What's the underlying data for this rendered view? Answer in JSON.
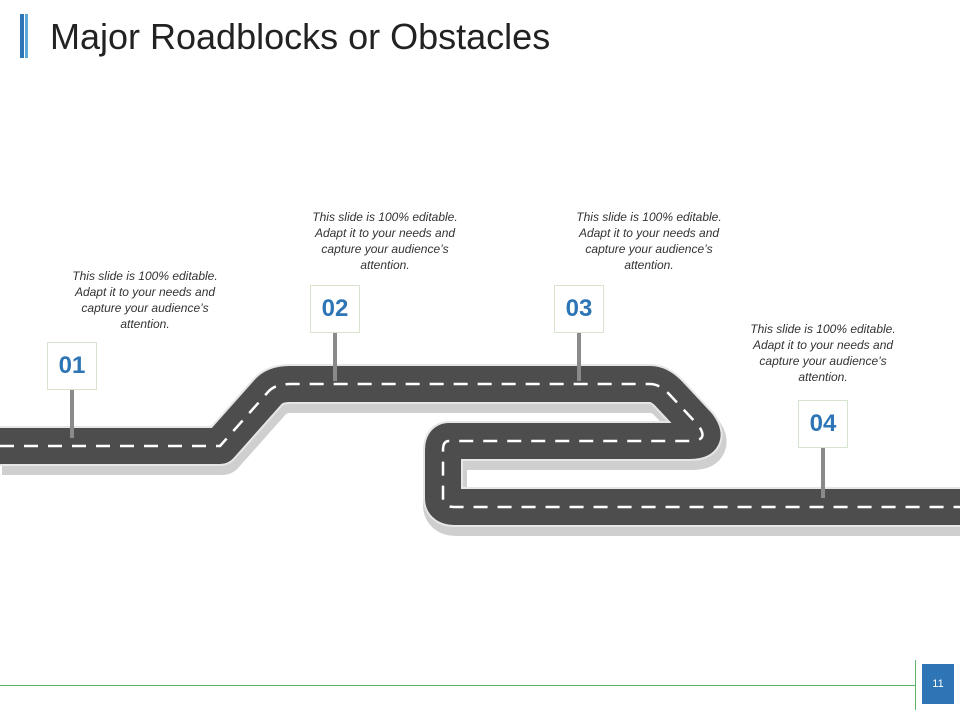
{
  "title": "Major Roadblocks or Obstacles",
  "milestones": [
    {
      "number": "01",
      "text": "This slide is 100% editable. Adapt it to your needs and capture your audience’s attention."
    },
    {
      "number": "02",
      "text": "This slide is 100% editable. Adapt it to your needs and capture your audience’s attention."
    },
    {
      "number": "03",
      "text": "This slide is 100% editable. Adapt it to your needs and capture your audience’s attention."
    },
    {
      "number": "04",
      "text": "This slide is 100% editable. Adapt it to your needs and capture your audience’s attention."
    }
  ],
  "page_number": "11",
  "colors": {
    "accent": "#2e75b6",
    "road": "#4d4d4d",
    "footer_line": "#5fb36a"
  }
}
